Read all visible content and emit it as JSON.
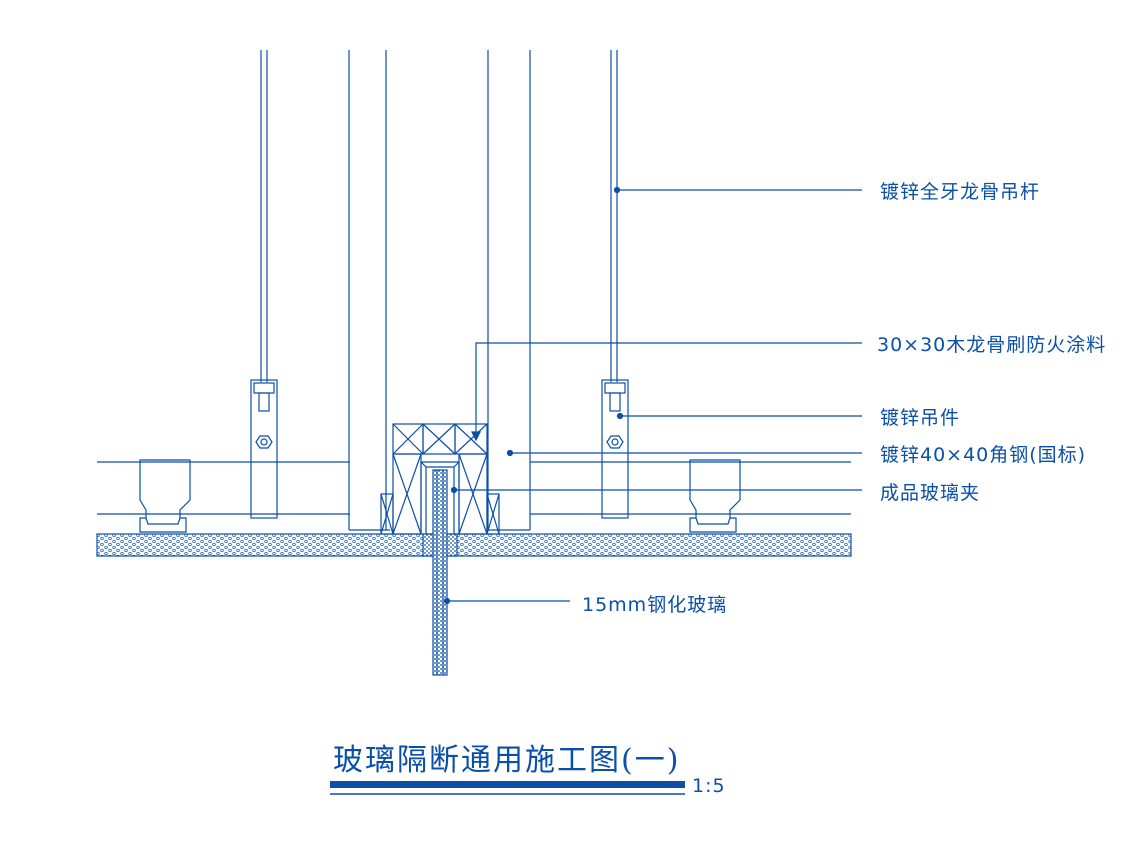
{
  "title": "玻璃隔断通用施工图(一)",
  "scale": "1:5",
  "colors": {
    "line": "#0a4fa8",
    "background": "#ffffff"
  },
  "callouts": {
    "hanger_rod": "镀锌全牙龙骨吊杆",
    "wood_keel": "30×30木龙骨刷防火涂料",
    "hanger": "镀锌吊件",
    "angle_steel": "镀锌40×40角钢(国标)",
    "glass_clip": "成品玻璃夹",
    "tempered_glass": "15mm钢化玻璃"
  }
}
